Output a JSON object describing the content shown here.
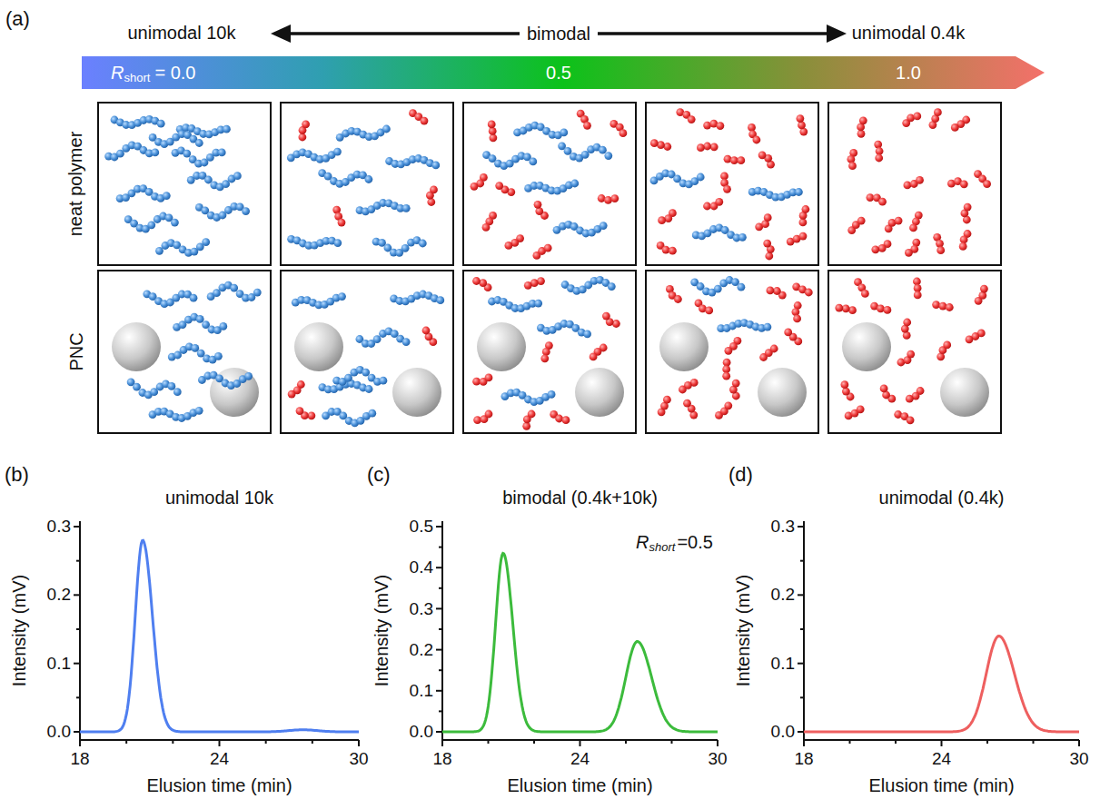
{
  "diagram": {
    "labels": [
      "(a)",
      "unimodal 10k",
      "bimodal",
      "unimodal 0.4k",
      "R",
      "short",
      "= 0.0",
      "0.5",
      "1.0",
      "neat polymer",
      "PNC",
      "(b)",
      "unimodal 10k",
      "Intensity (mV)",
      "0.3",
      "0.2",
      "0.1",
      "0.0",
      "18",
      "24",
      "30",
      "Elusion time (min)",
      "(c)",
      "bimodal (0.4k+10k)",
      "R",
      "short",
      "=0.5",
      "Intensity (mV)",
      "0.5",
      "0.4",
      "0.3",
      "0.2",
      "0.1",
      "0.0",
      "18",
      "24",
      "30",
      "Elusion time (min)",
      "(d)",
      "unimodal (0.4k)",
      "Intensity (mV)",
      "0.3",
      "0.2",
      "0.1",
      "0.0",
      "18",
      "24",
      "30",
      "Elusion time (min)"
    ]
  }
}
